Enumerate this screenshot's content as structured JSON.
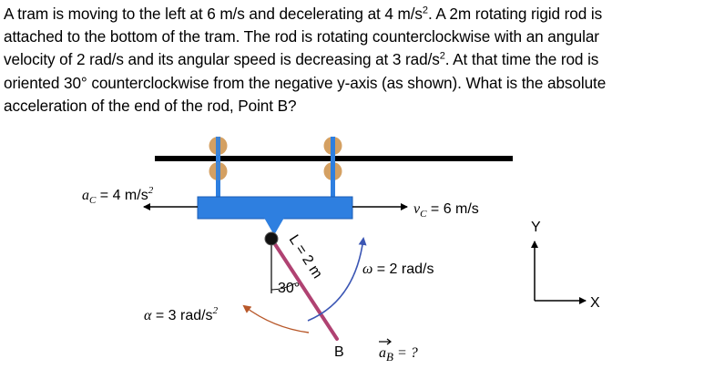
{
  "problem": {
    "lines": [
      "A tram is moving to the left at 6 m/s and decelerating at 4 m/s",
      ". A 2m rotating rigid rod is",
      "attached to the bottom of the tram.  The rod is rotating counterclockwise with an angular",
      "velocity of 2 rad/s and its angular speed is decreasing at 3 rad/s",
      ".  At that time the rod is",
      "oriented 30° counterclockwise from the negative y-axis (as shown).  What is the absolute",
      "acceleration of the end of the rod, Point B?"
    ],
    "sq": "2"
  },
  "diagram": {
    "ac_sym": "a",
    "ac_sub": "C",
    "ac_val": " = 4 m/s",
    "ac_exp": "2",
    "vc_sym": "v",
    "vc_sub": "C",
    "vc_val": " = 6 m/s",
    "omega_sym": "ω",
    "omega_val": " = 2 rad/s",
    "alpha_sym": "α",
    "alpha_val": " = 3 rad/s",
    "alpha_exp": "2",
    "rod_length": "L = 2 m",
    "angle": "30°",
    "point_b": "B",
    "aB_sym": "a",
    "aB_sub": "B",
    "aB_eq": " = ?",
    "axis_y": "Y",
    "axis_x": "X"
  },
  "colors": {
    "tram_body": "#2e7fe0",
    "wheel": "#d4a062",
    "rod": "#b04272",
    "angular_arc": "#3b56b4",
    "alpha_arc": "#b8582a"
  }
}
